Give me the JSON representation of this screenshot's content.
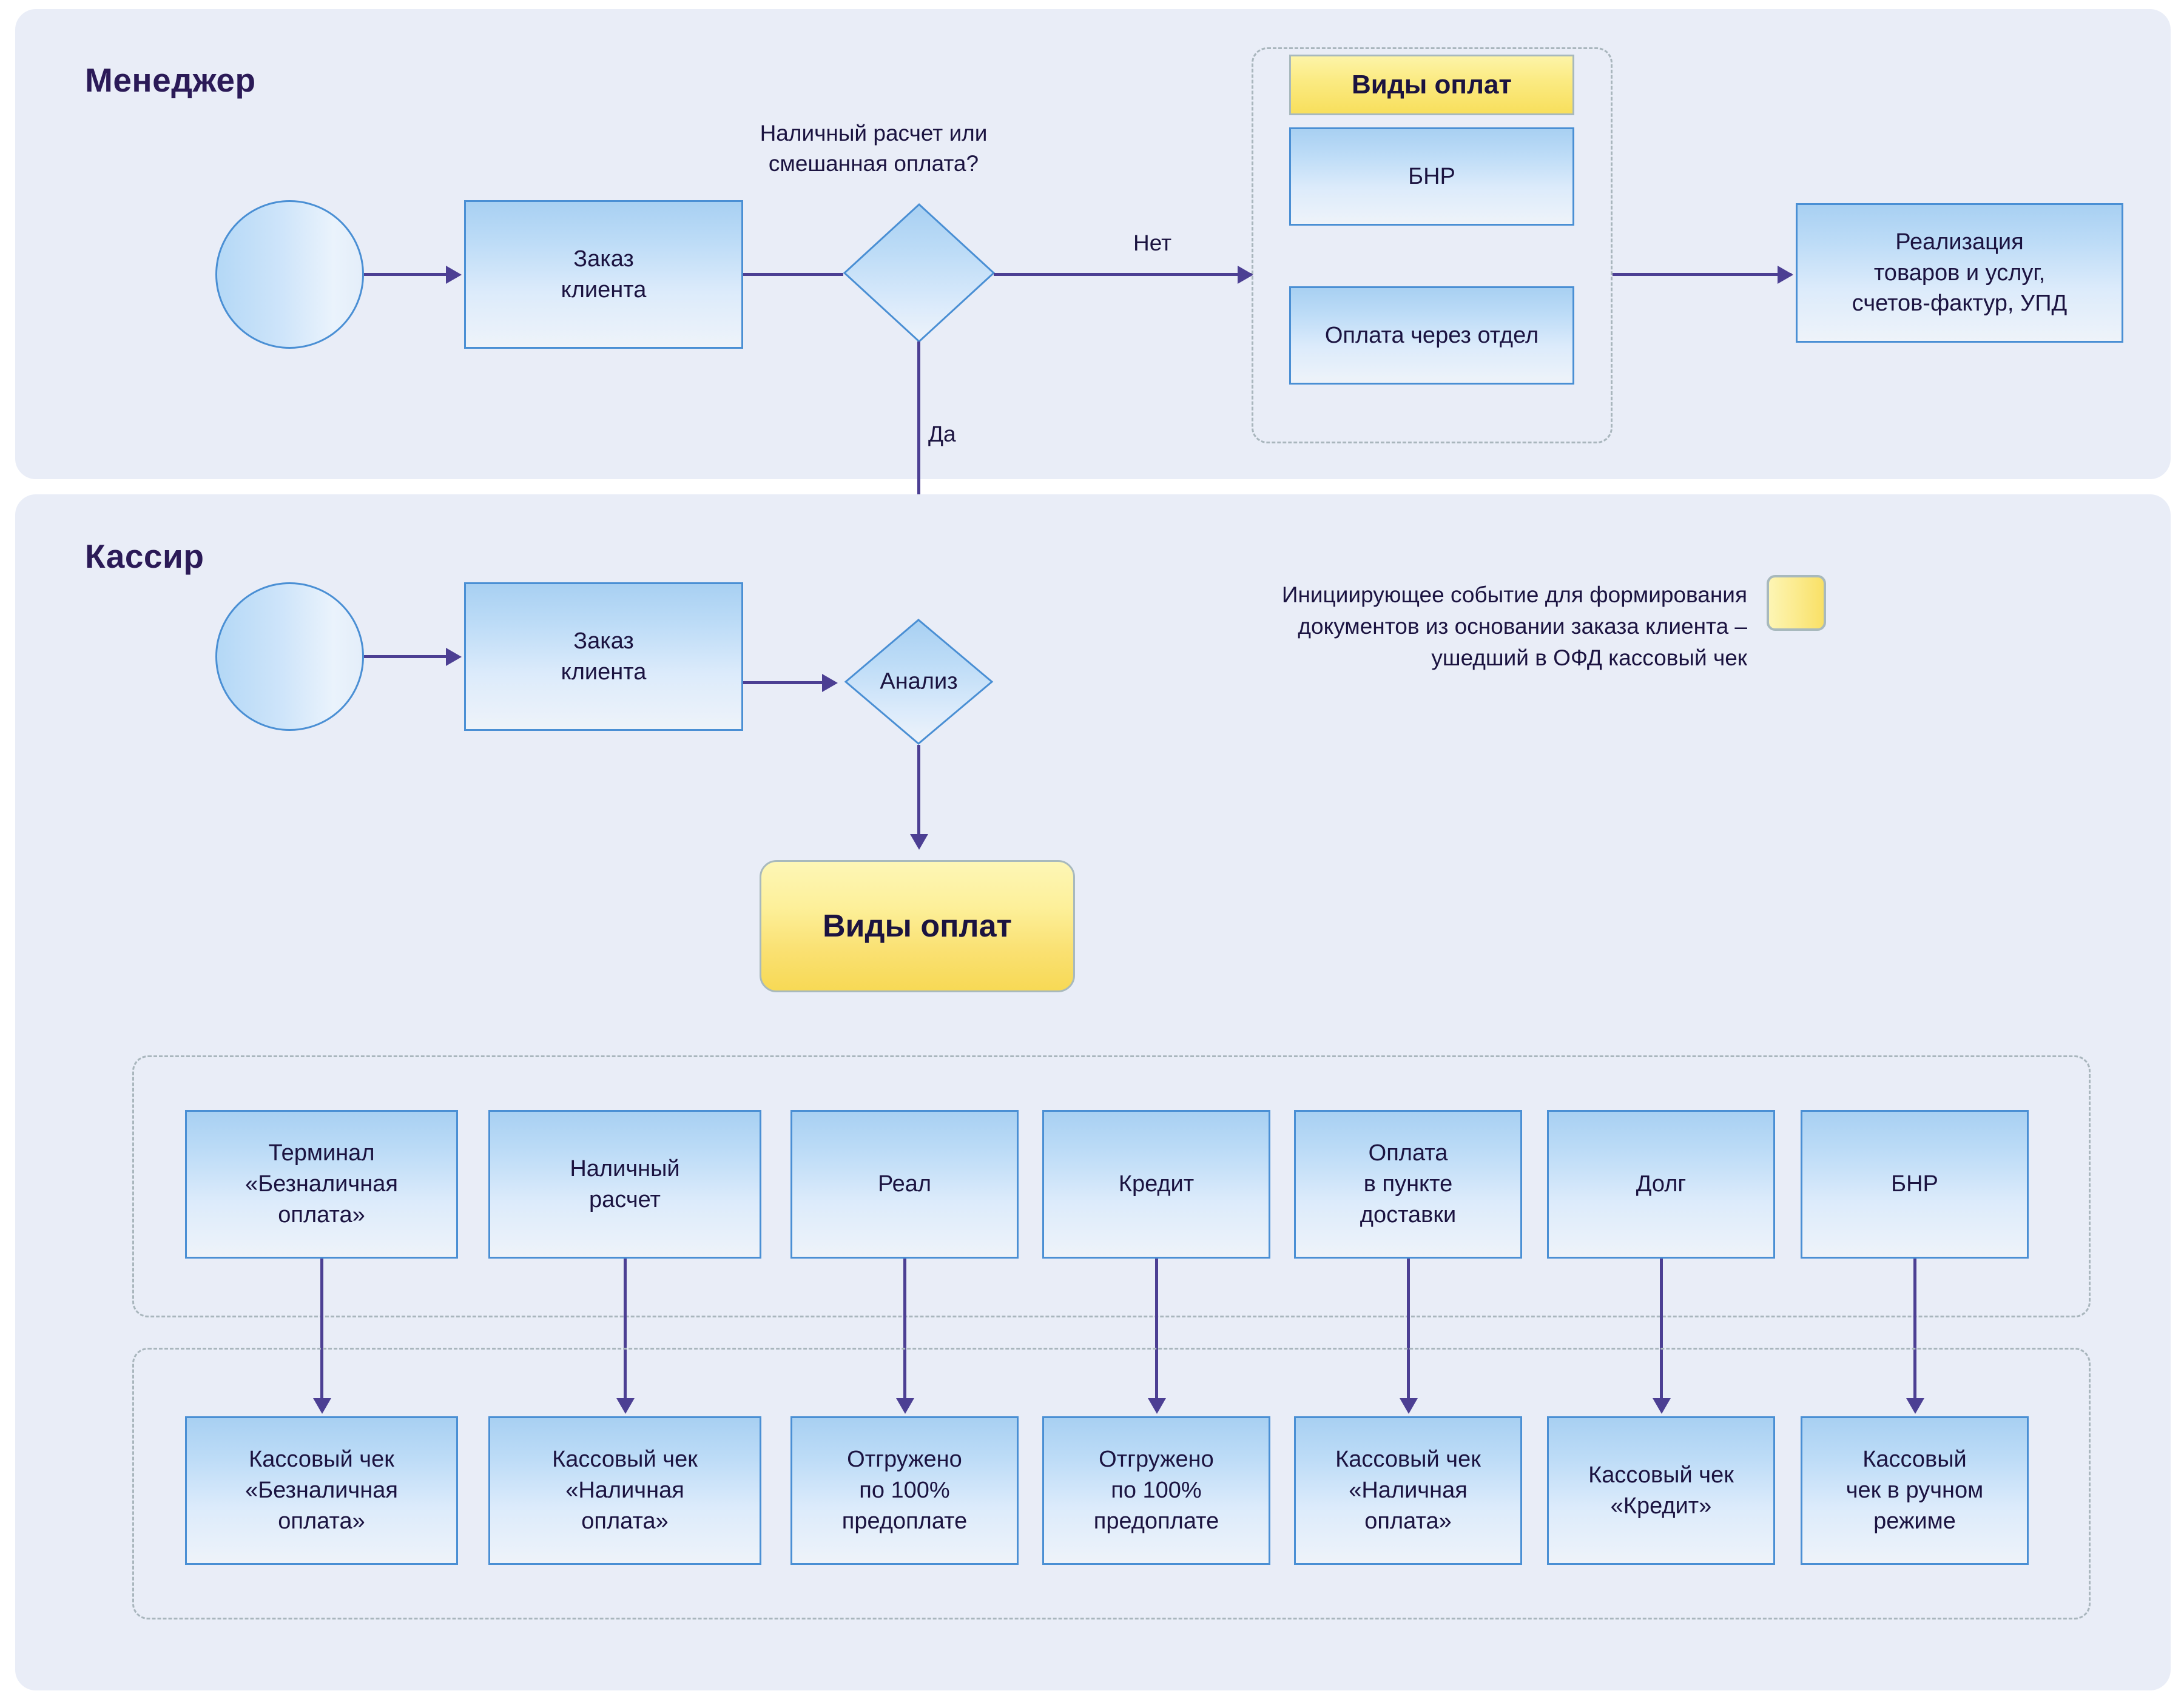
{
  "diagram": {
    "title_manager": "Менеджер",
    "title_cashier": "Кассир"
  },
  "manager_lane": {
    "start_node": "",
    "order_box": "Заказ\nклиента",
    "order_box_line1": "Заказ",
    "order_box_line2": "клиента",
    "decision_question_line1": "Наличный расчет или",
    "decision_question_line2": "смешанная оплата?",
    "decision_label": "",
    "edge_no": "Нет",
    "edge_yes": "Да",
    "payment_group": {
      "header": "Виды оплат",
      "items": [
        {
          "label": "БНР"
        },
        {
          "label": "Оплата через отдел"
        }
      ]
    },
    "result_box_line1": "Реализация",
    "result_box_line2": "товаров и услуг,",
    "result_box_line3": "счетов-фактур, УПД"
  },
  "cashier_lane": {
    "start_node": "",
    "order_box_line1": "Заказ",
    "order_box_line2": "клиента",
    "analysis_label": "Анализ",
    "payment_types_box": "Виды оплат",
    "legend": {
      "line1": "Инициирующее событие для формирования",
      "line2": "документов из основании заказа клиента –",
      "line3": "ушедший в ОФД кассовый чек",
      "swatch_color": "#fae173"
    },
    "payment_methods": [
      {
        "line1": "Терминал",
        "line2": "«Безналичная",
        "line3": "оплата»"
      },
      {
        "line1": "Наличный",
        "line2": "расчет",
        "line3": ""
      },
      {
        "line1": "Реал",
        "line2": "",
        "line3": ""
      },
      {
        "line1": "Кредит",
        "line2": "",
        "line3": ""
      },
      {
        "line1": "Оплата",
        "line2": "в пункте",
        "line3": "доставки"
      },
      {
        "line1": "Долг",
        "line2": "",
        "line3": ""
      },
      {
        "line1": "БНР",
        "line2": "",
        "line3": ""
      }
    ],
    "documents": [
      {
        "line1": "Кассовый чек",
        "line2": "«Безналичная",
        "line3": "оплата»"
      },
      {
        "line1": "Кассовый чек",
        "line2": "«Наличная",
        "line3": "оплата»"
      },
      {
        "line1": "Отгружено",
        "line2": "по 100%",
        "line3": "предоплате"
      },
      {
        "line1": "Отгружено",
        "line2": "по 100%",
        "line3": "предоплате"
      },
      {
        "line1": "Кассовый чек",
        "line2": "«Наличная",
        "line3": "оплата»"
      },
      {
        "line1": "Кассовый чек",
        "line2": "«Кредит»",
        "line3": ""
      },
      {
        "line1": "Кассовый",
        "line2": "чек в ручном",
        "line3": "режиме"
      }
    ]
  },
  "colors": {
    "lane_background": "#e9edf7",
    "box_border": "#4a8fd4",
    "connector": "#4c3f93",
    "text": "#1b1340",
    "accent_yellow": "#f8df5c",
    "dashed_border": "#a9b6bd"
  }
}
